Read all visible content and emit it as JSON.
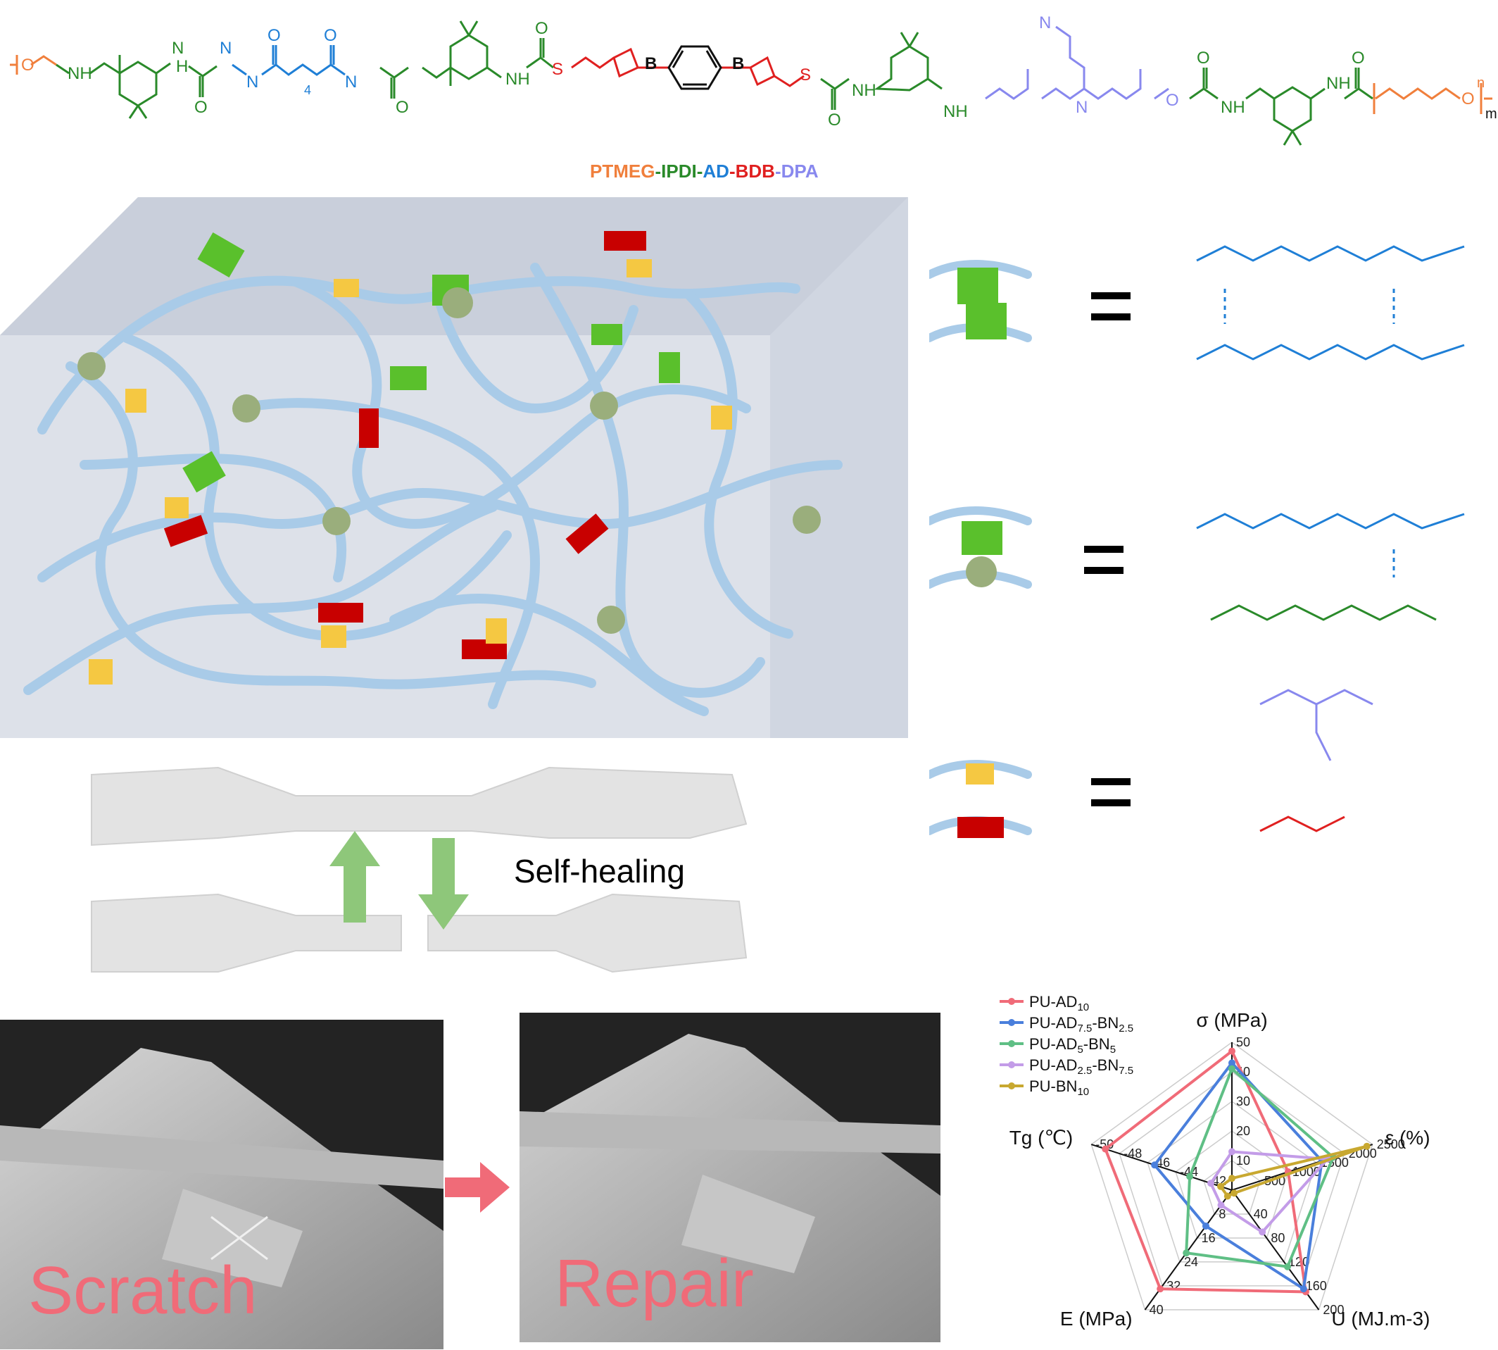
{
  "polymer_name": {
    "parts": [
      {
        "text": "PTMEG",
        "color": "#f07f3c"
      },
      {
        "text": "-",
        "color": "#2a8a2a"
      },
      {
        "text": "IPDI",
        "color": "#2a8a2a"
      },
      {
        "text": "-",
        "color": "#2a8a2a"
      },
      {
        "text": "AD",
        "color": "#1f7fd6"
      },
      {
        "text": "-",
        "color": "#e02020"
      },
      {
        "text": "BDB",
        "color": "#e02020"
      },
      {
        "text": "-",
        "color": "#8888ee"
      },
      {
        "text": "DPA",
        "color": "#8888ee"
      }
    ]
  },
  "structure_labels": {
    "n": "n",
    "m": "m",
    "four": "4",
    "NH": "NH",
    "N": "N",
    "O": "O",
    "S": "S",
    "B": "B",
    "H": "H"
  },
  "process_label": "Self-healing",
  "photos": {
    "scratch_label": "Scratch",
    "repair_label": "Repair"
  },
  "colors": {
    "ptmeg": "#f07f3c",
    "ipdi": "#2a8a2a",
    "ad": "#1f7fd6",
    "bdb": "#e02020",
    "dpa": "#8888ee",
    "chain": "#a9cbe8",
    "green_block": "#5ac02c",
    "red_block": "#c80000",
    "yellow_block": "#f5c842",
    "olive_pac": "#9aae7c",
    "arrow": "#8ec77a"
  },
  "chart_data": {
    "type": "radar",
    "axes": [
      {
        "name": "σ (MPa)",
        "ticks": [
          "10",
          "20",
          "30",
          "40",
          "50"
        ],
        "range": [
          0,
          50
        ]
      },
      {
        "name": "ε (%)",
        "ticks": [
          "500",
          "1000",
          "1500",
          "2000",
          "2500"
        ],
        "range": [
          0,
          2500
        ]
      },
      {
        "name": "U (MJ.m-3)",
        "ticks": [
          "40",
          "80",
          "120",
          "160",
          "200"
        ],
        "range": [
          0,
          200
        ]
      },
      {
        "name": "E (MPa)",
        "ticks": [
          "8",
          "16",
          "24",
          "32",
          "40"
        ],
        "range": [
          0,
          40
        ]
      },
      {
        "name": "Tg (℃)",
        "ticks": [
          "-42",
          "-44",
          "-46",
          "-48",
          "-50"
        ],
        "range": [
          -40,
          -50
        ]
      }
    ],
    "series": [
      {
        "name": "PU-AD10",
        "color": "#f06b78",
        "values": [
          47,
          1000,
          170,
          33,
          -49
        ]
      },
      {
        "name": "PU-AD7.5-BN2.5",
        "color": "#4a7fdc",
        "values": [
          43,
          1600,
          165,
          12,
          -45.5
        ]
      },
      {
        "name": "PU-AD5-BN5",
        "color": "#5fbf85",
        "values": [
          41,
          1800,
          128,
          21,
          -43
        ]
      },
      {
        "name": "PU-AD2.5-BN7.5",
        "color": "#c39ce8",
        "values": [
          13,
          1700,
          70,
          5,
          -41.5
        ]
      },
      {
        "name": "PU-BN10",
        "color": "#c8a830",
        "values": [
          4,
          2400,
          5,
          2,
          -40.8
        ]
      }
    ],
    "legend_labels": [
      {
        "base": "PU-AD",
        "sub": "10"
      },
      {
        "base": "PU-AD",
        "sub": "7.5",
        "mid": "-BN",
        "sub2": "2.5"
      },
      {
        "base": "PU-AD",
        "sub": "5",
        "mid": "-BN",
        "sub2": "5"
      },
      {
        "base": "PU-AD",
        "sub": "2.5",
        "mid": "-BN",
        "sub2": "7.5"
      },
      {
        "base": "PU-BN",
        "sub": "10"
      }
    ],
    "legend_placement": "top-left",
    "grid": true
  }
}
